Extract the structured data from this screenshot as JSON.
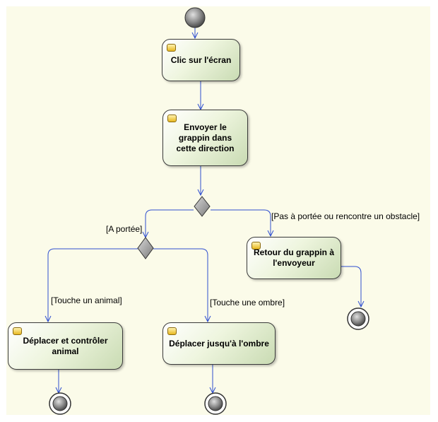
{
  "actions": {
    "clic": "Clic sur l'écran",
    "envoyer": "Envoyer le grappin dans cette direction",
    "retour": "Retour du grappin à l'envoyeur",
    "deplacer_animal": "Déplacer et contrôler animal",
    "deplacer_ombre": "Déplacer jusqu'à l'ombre"
  },
  "guards": {
    "a_portee": "[A portée]",
    "pas_a_portee": "[Pas à portée ou rencontre un obstacle]",
    "touche_animal": "[Touche un animal]",
    "touche_ombre": "[Touche une ombre]"
  },
  "colors": {
    "edge": "#2f4fd0",
    "canvas": "#fbfbe9",
    "node_border": "#3a3a3a"
  }
}
